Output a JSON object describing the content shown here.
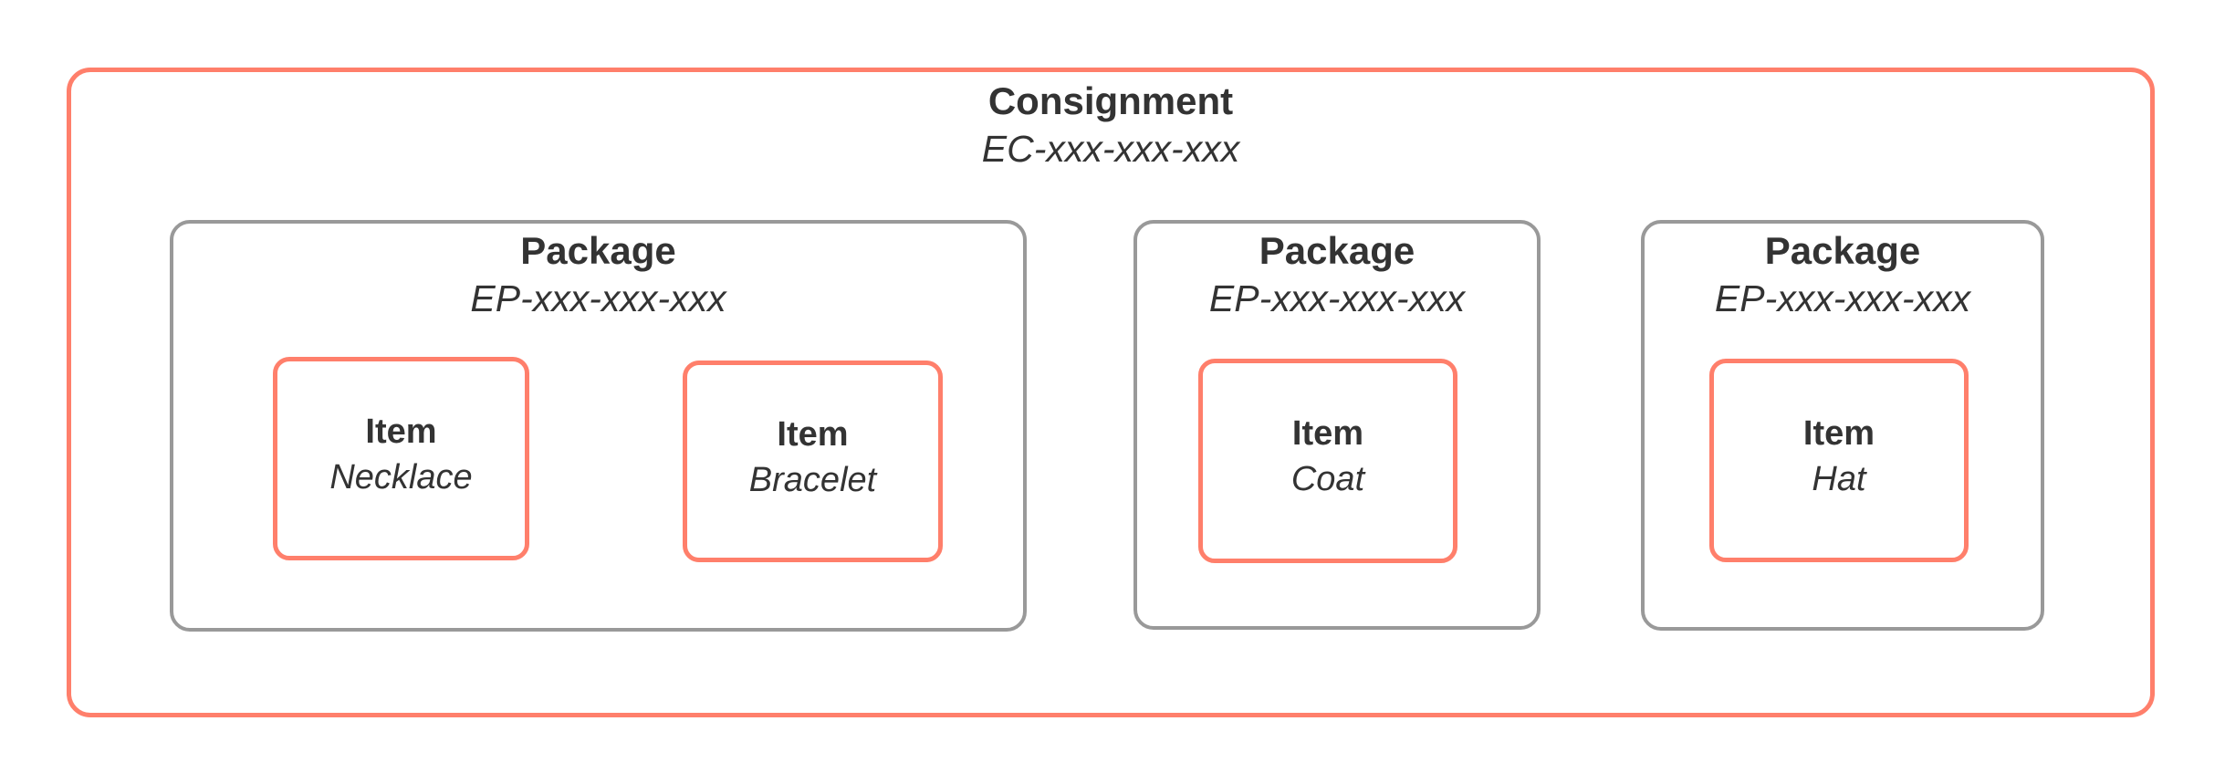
{
  "consignment": {
    "title": "Consignment",
    "code": "EC-xxx-xxx-xxx",
    "packages": [
      {
        "title": "Package",
        "code": "EP-xxx-xxx-xxx",
        "items": [
          {
            "title": "Item",
            "name": "Necklace"
          },
          {
            "title": "Item",
            "name": "Bracelet"
          }
        ]
      },
      {
        "title": "Package",
        "code": "EP-xxx-xxx-xxx",
        "items": [
          {
            "title": "Item",
            "name": "Coat"
          }
        ]
      },
      {
        "title": "Package",
        "code": "EP-xxx-xxx-xxx",
        "items": [
          {
            "title": "Item",
            "name": "Hat"
          }
        ]
      }
    ]
  },
  "colors": {
    "accent": "#FF7F6B",
    "package_border": "#999999",
    "text": "#333333",
    "background": "#FFFFFF"
  }
}
